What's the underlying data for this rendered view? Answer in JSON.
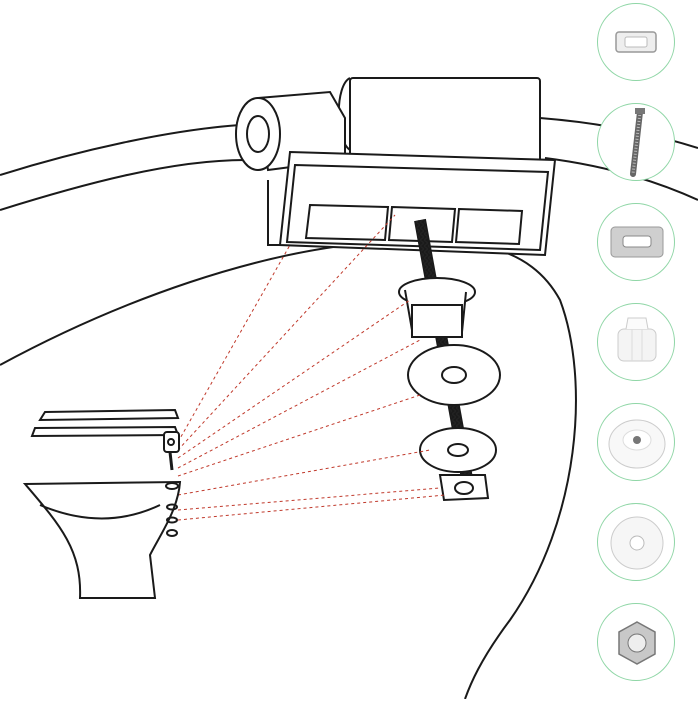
{
  "diagram": {
    "accent_leader_color": "#c0392b",
    "line_color": "#1a1a1a",
    "part_circle_border": "#8fd6a6"
  },
  "parts": [
    {
      "name": "rubber-gasket",
      "icon": "gasket-icon"
    },
    {
      "name": "long-bolt",
      "icon": "bolt-icon"
    },
    {
      "name": "metal-bracket",
      "icon": "bracket-icon"
    },
    {
      "name": "nylon-expansion-nut",
      "icon": "expansion-nut-icon"
    },
    {
      "name": "rubber-cone-washer",
      "icon": "cone-washer-icon"
    },
    {
      "name": "flat-washer",
      "icon": "flat-washer-icon"
    },
    {
      "name": "hex-nut",
      "icon": "hex-nut-icon"
    }
  ]
}
